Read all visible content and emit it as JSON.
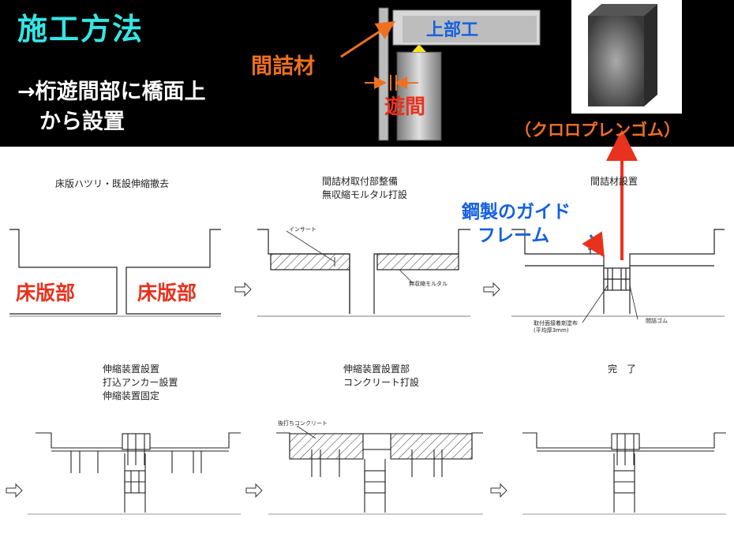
{
  "header": {
    "title": "施工方法",
    "subtitle_line1": "→桁遊間部に橋面上",
    "subtitle_line2": "から設置"
  },
  "diagram_top": {
    "superstructure_label": "上部工",
    "filler_label": "間詰材",
    "gap_label": "遊間",
    "rubber_caption": "（クロロプレンゴム）"
  },
  "steps": {
    "step1": "床版ハツリ・既設伸縮撤去",
    "step2_line1": "間詰材取付部整備",
    "step2_line2": "無収縮モルタル打設",
    "step3": "間詰材設置",
    "step4_line1": "伸縮装置設置",
    "step4_line2": "打込アンカー設置",
    "step4_line3": "伸縮装置固定",
    "step5_line1": "伸縮装置設置部",
    "step5_line2": "コンクリート打設",
    "step6": "完　了"
  },
  "annotations": {
    "slab_left": "床版部",
    "slab_right": "床版部",
    "insert": "インサート",
    "mortar": "無収縮モルタル",
    "guide_line1": "鋼製のガイド",
    "guide_line2": "フレーム",
    "adhesive_line1": "取付面接着剤塗布",
    "adhesive_line2": "(平均厚3mm)",
    "filler_rubber": "間詰ゴム",
    "post_concrete": "後打ちコンクリート"
  },
  "colors": {
    "title": "#33e6e6",
    "accent_red": "#e8321e",
    "accent_orange": "#f07020",
    "accent_blue": "#1560e0"
  }
}
